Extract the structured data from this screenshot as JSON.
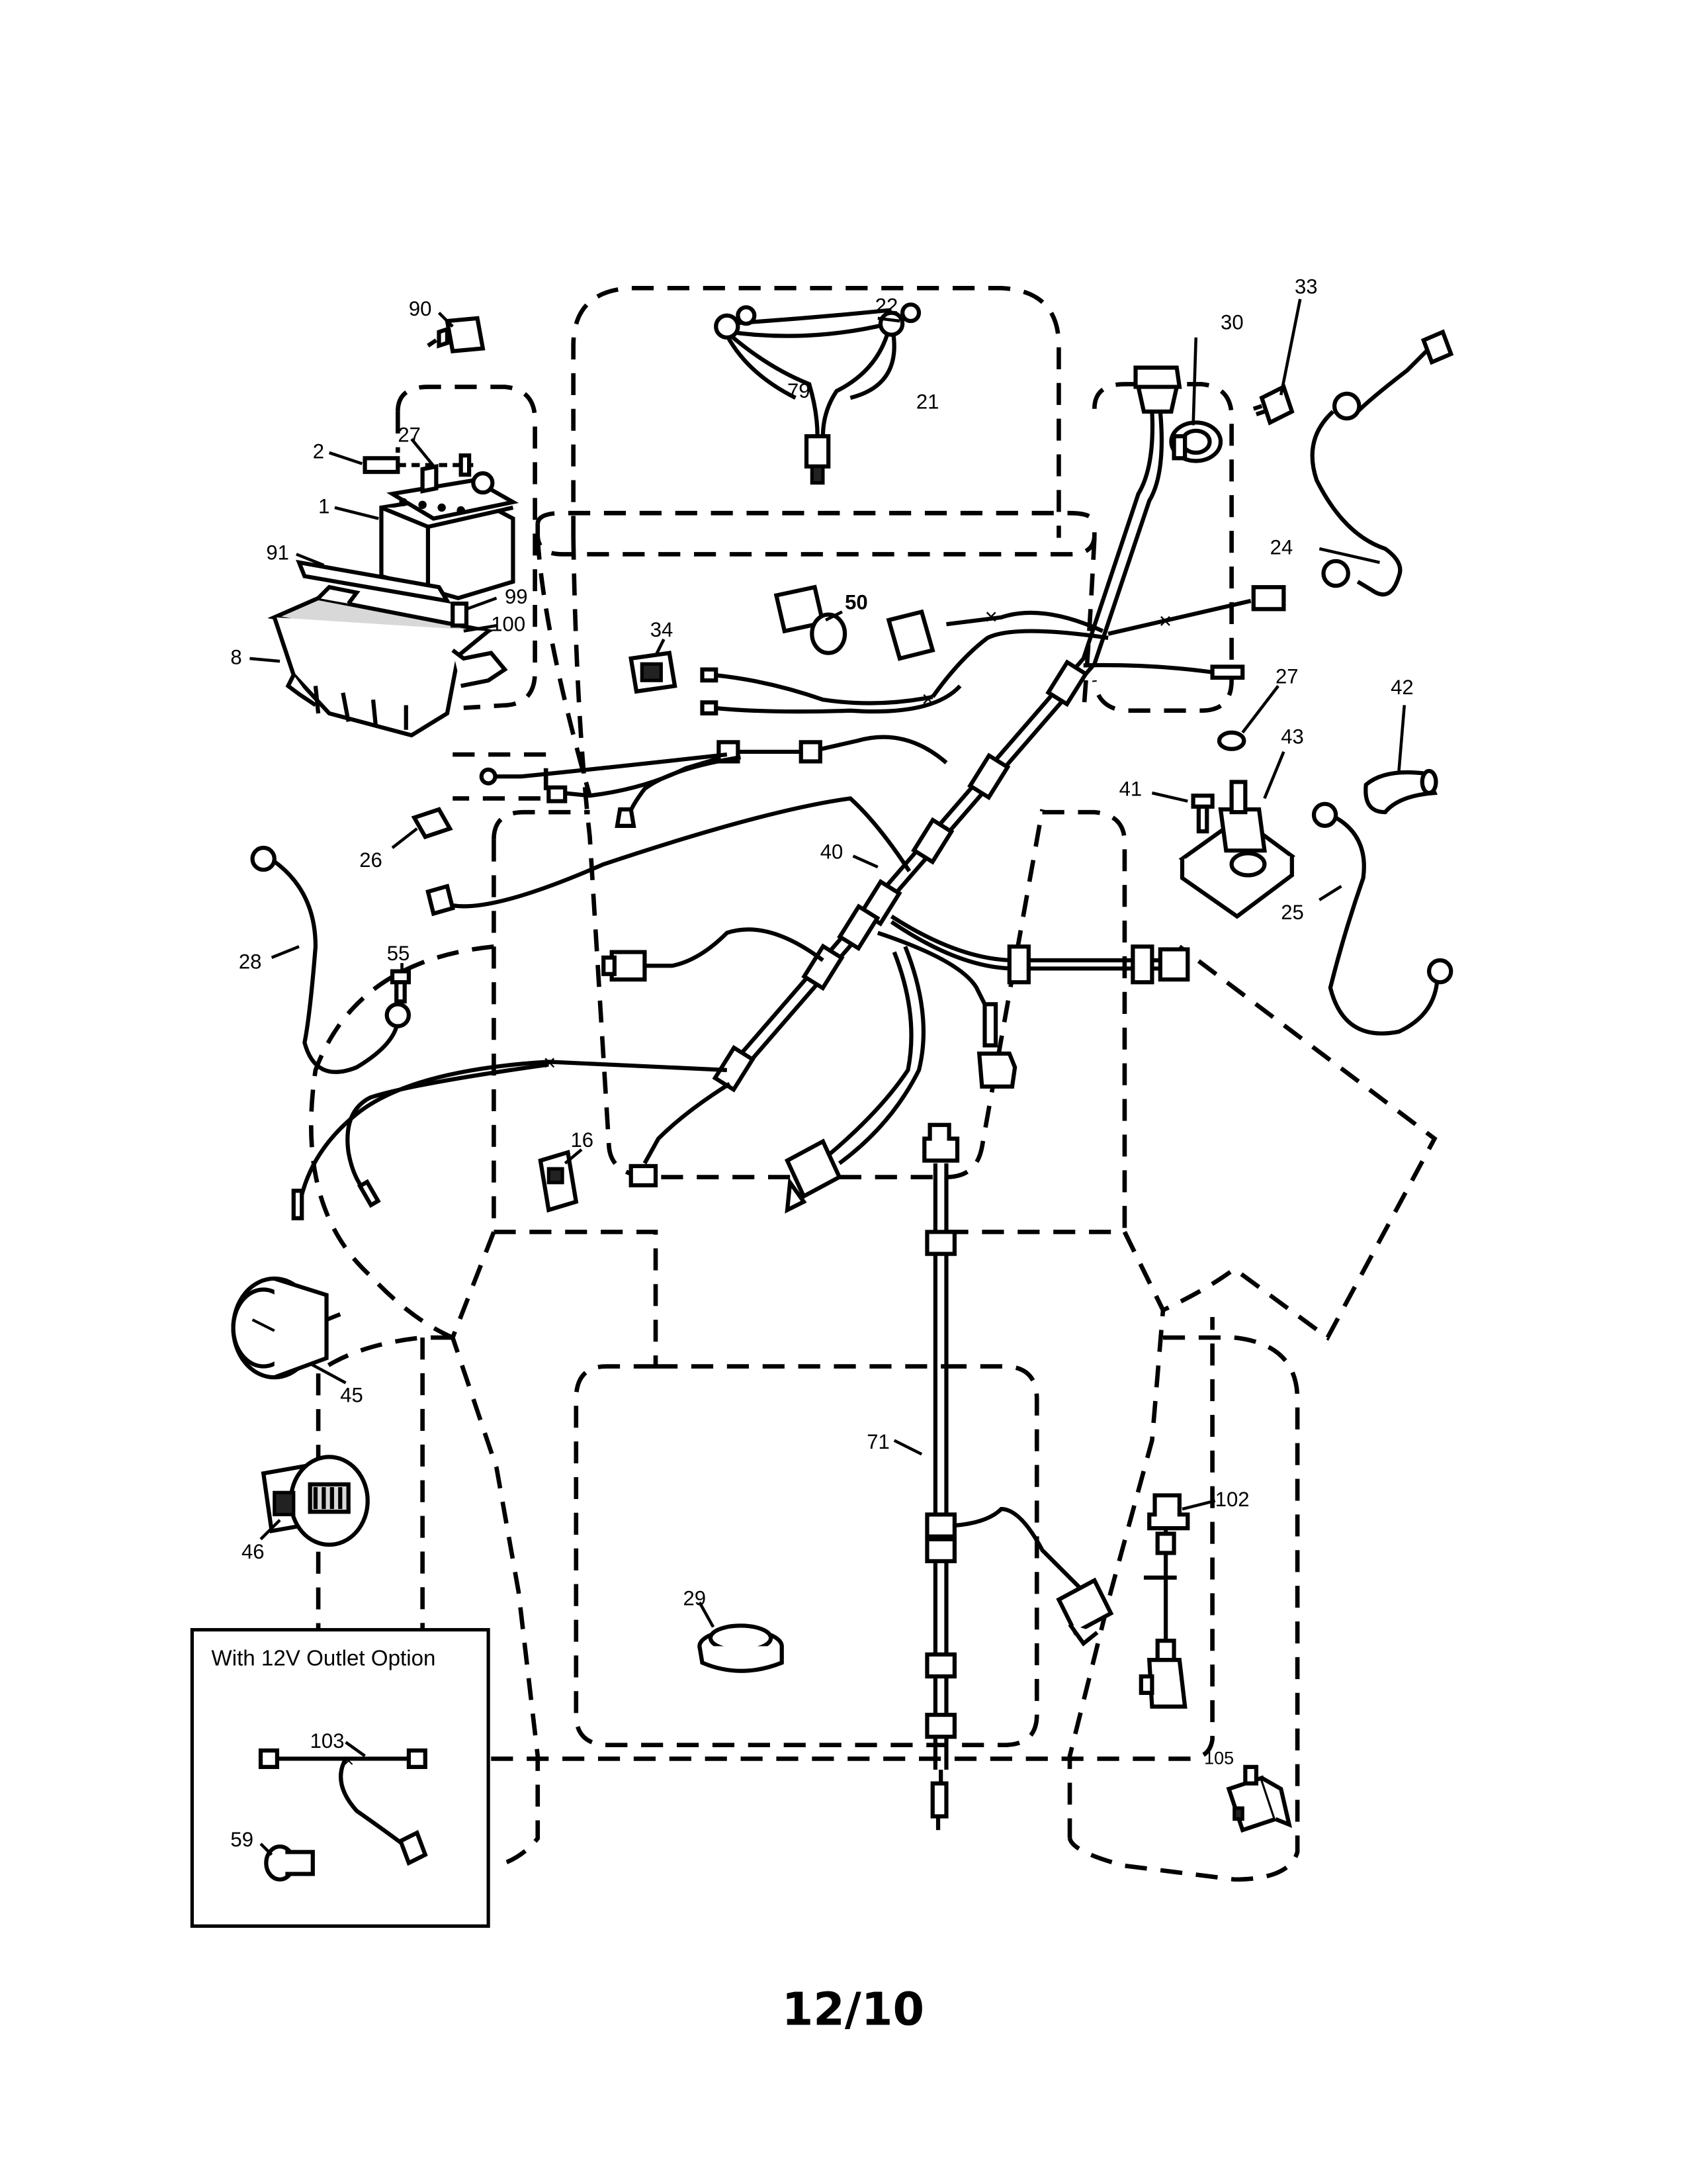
{
  "page": {
    "number": "12/10"
  },
  "inset": {
    "title": "With 12V Outlet Option"
  },
  "callouts": [
    {
      "id": "90",
      "label": "90"
    },
    {
      "id": "2",
      "label": "2"
    },
    {
      "id": "27a",
      "label": "27"
    },
    {
      "id": "1",
      "label": "1"
    },
    {
      "id": "91",
      "label": "91"
    },
    {
      "id": "99",
      "label": "99"
    },
    {
      "id": "100",
      "label": "100"
    },
    {
      "id": "8",
      "label": "8"
    },
    {
      "id": "22",
      "label": "22"
    },
    {
      "id": "79",
      "label": "79"
    },
    {
      "id": "21",
      "label": "21"
    },
    {
      "id": "30",
      "label": "30"
    },
    {
      "id": "33",
      "label": "33"
    },
    {
      "id": "24",
      "label": "24"
    },
    {
      "id": "50",
      "label": "50"
    },
    {
      "id": "34",
      "label": "34"
    },
    {
      "id": "27b",
      "label": "27"
    },
    {
      "id": "42",
      "label": "42"
    },
    {
      "id": "43",
      "label": "43"
    },
    {
      "id": "41",
      "label": "41"
    },
    {
      "id": "25",
      "label": "25"
    },
    {
      "id": "26",
      "label": "26"
    },
    {
      "id": "40",
      "label": "40"
    },
    {
      "id": "28",
      "label": "28"
    },
    {
      "id": "55",
      "label": "55"
    },
    {
      "id": "16",
      "label": "16"
    },
    {
      "id": "45",
      "label": "45"
    },
    {
      "id": "46",
      "label": "46"
    },
    {
      "id": "71",
      "label": "71"
    },
    {
      "id": "102",
      "label": "102"
    },
    {
      "id": "29",
      "label": "29"
    },
    {
      "id": "103",
      "label": "103"
    },
    {
      "id": "59",
      "label": "59"
    },
    {
      "id": "105",
      "label": "105"
    }
  ]
}
